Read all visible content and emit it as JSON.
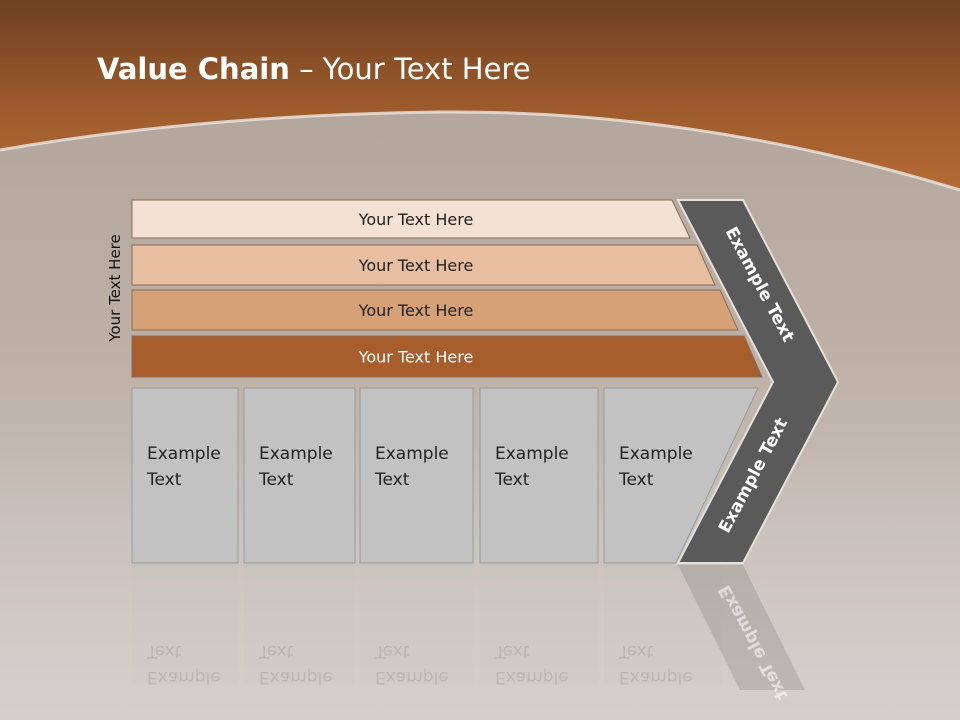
{
  "slide": {
    "title_bold": "Value Chain",
    "title_rest": "– Your Text Here",
    "side_label": "Your Text Here"
  },
  "bars": [
    {
      "label": "Your Text Here",
      "color": "#f3e1d3"
    },
    {
      "label": "Your Text Here",
      "color": "#e8bea0"
    },
    {
      "label": "Your Text Here",
      "color": "#d7a178"
    },
    {
      "label": "Your Text Here",
      "color": "#a75d2c"
    }
  ],
  "boxes": [
    {
      "line1": "Example",
      "line2": "Text"
    },
    {
      "line1": "Example",
      "line2": "Text"
    },
    {
      "line1": "Example",
      "line2": "Text"
    },
    {
      "line1": "Example",
      "line2": "Text"
    },
    {
      "line1": "Example",
      "line2": "Text"
    }
  ],
  "chevron": {
    "top_label": "Example Text",
    "bottom_label": "Example Text",
    "color": "#5a5a5a"
  },
  "colors": {
    "header": "#a35c2a",
    "box_fill": "#c2c2c2"
  }
}
